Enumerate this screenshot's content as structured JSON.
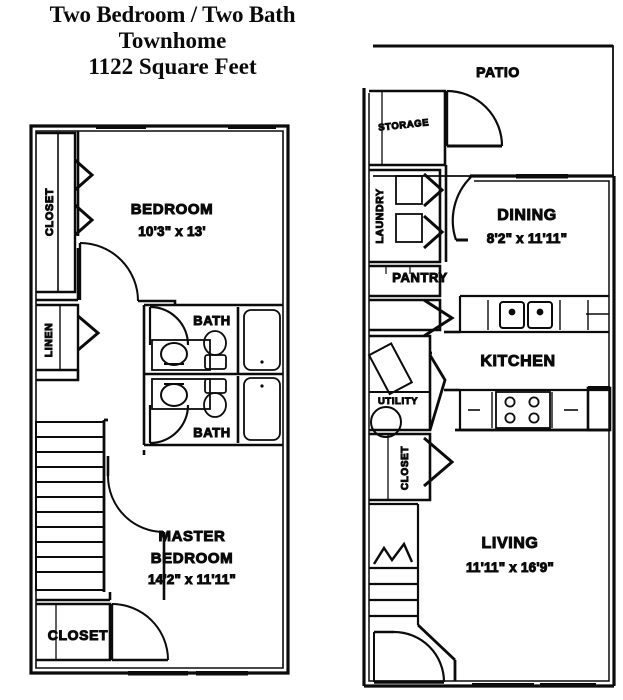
{
  "title": {
    "line1": "Two Bedroom / Two Bath",
    "line2": "Townhome",
    "line3": "1122 Square Feet"
  },
  "plans": {
    "upper_floor": {
      "name": "upper-floor-plan",
      "rooms": [
        {
          "id": "bedroom",
          "label": "BEDROOM",
          "dimensions": "10'3\" x 13'"
        },
        {
          "id": "master-bedroom",
          "label1": "MASTER",
          "label2": "BEDROOM",
          "dimensions": "14'2\" x 11'11\""
        },
        {
          "id": "bath-upper",
          "label": "BATH",
          "dimensions": ""
        },
        {
          "id": "bath-lower",
          "label": "BATH",
          "dimensions": ""
        },
        {
          "id": "closet-bedroom",
          "label": "CLOSET",
          "dimensions": ""
        },
        {
          "id": "linen",
          "label": "LINEN",
          "dimensions": ""
        },
        {
          "id": "closet-master",
          "label": "CLOSET",
          "dimensions": ""
        }
      ]
    },
    "main_floor": {
      "name": "main-floor-plan",
      "rooms": [
        {
          "id": "patio",
          "label": "PATIO",
          "dimensions": ""
        },
        {
          "id": "storage",
          "label": "STORAGE",
          "dimensions": ""
        },
        {
          "id": "laundry",
          "label": "LAUNDRY",
          "dimensions": ""
        },
        {
          "id": "pantry",
          "label": "PANTRY",
          "dimensions": ""
        },
        {
          "id": "dining",
          "label": "DINING",
          "dimensions": "8'2\" x 11'11\""
        },
        {
          "id": "kitchen",
          "label": "KITCHEN",
          "dimensions": ""
        },
        {
          "id": "utility",
          "label": "UTILITY",
          "dimensions": ""
        },
        {
          "id": "closet-hall",
          "label": "CLOSET",
          "dimensions": ""
        },
        {
          "id": "living",
          "label": "LIVING",
          "dimensions": "11'11\" x 16'9\""
        }
      ]
    }
  },
  "colors": {
    "ink": "#0b0b0b",
    "paper": "#ffffff"
  }
}
